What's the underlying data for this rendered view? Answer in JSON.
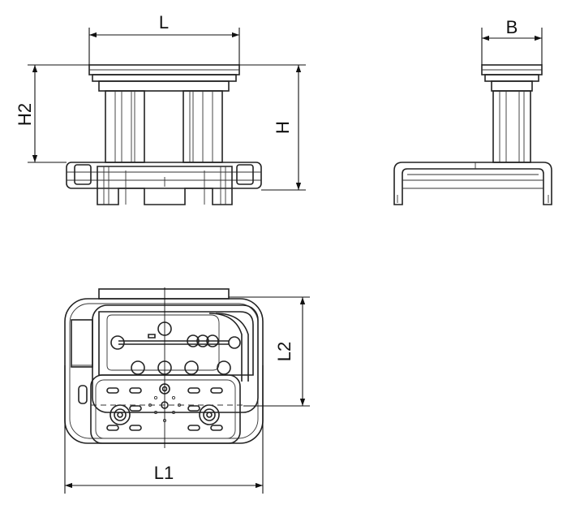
{
  "labels": {
    "L": "L",
    "B": "B",
    "H": "H",
    "H2": "H2",
    "L1": "L1",
    "L2": "L2"
  },
  "colors": {
    "line": "#222222",
    "background": "#ffffff"
  }
}
